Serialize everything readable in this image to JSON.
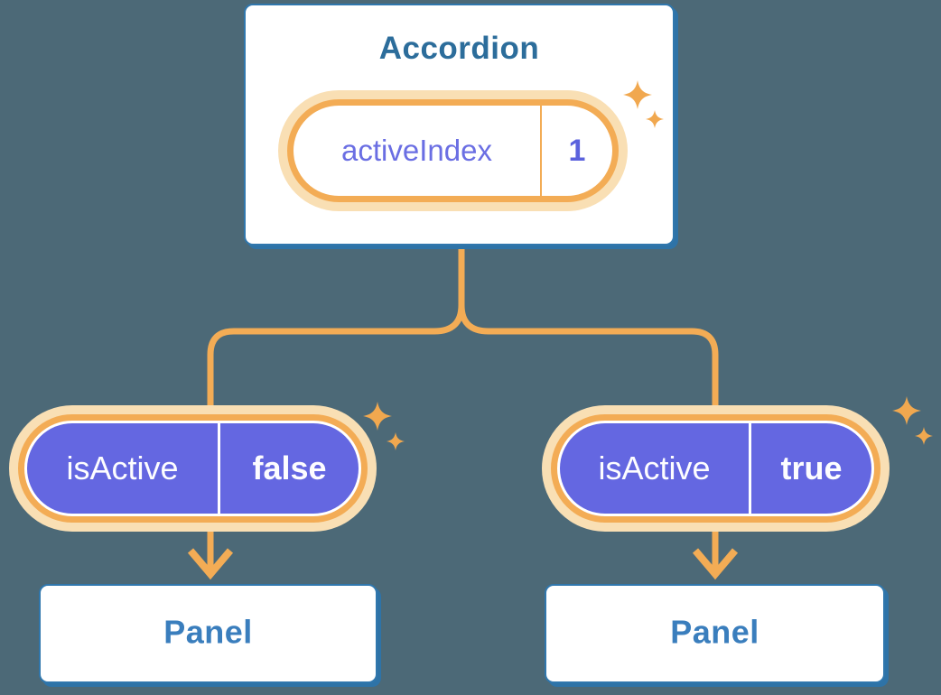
{
  "colors": {
    "background": "#4C6977",
    "box_border_blue": "#3077AD",
    "box_shadow_blue": "#2E73A7",
    "accordion_title_blue": "#2C6D9B",
    "panel_title_blue": "#3A7EBD",
    "pill_orange": "#F3AC55",
    "pill_glow_cream": "#F9DFB4",
    "pill_purple": "#6467E1",
    "state_text_purple": "#6A6EE3",
    "sparkle_orange": "#F1A84F"
  },
  "accordion": {
    "title": "Accordion",
    "pill": {
      "label": "activeIndex",
      "value": "1"
    }
  },
  "branches": [
    {
      "pill": {
        "label": "isActive",
        "value": "false"
      },
      "panel": {
        "title": "Panel"
      }
    },
    {
      "pill": {
        "label": "isActive",
        "value": "true"
      },
      "panel": {
        "title": "Panel"
      }
    }
  ]
}
